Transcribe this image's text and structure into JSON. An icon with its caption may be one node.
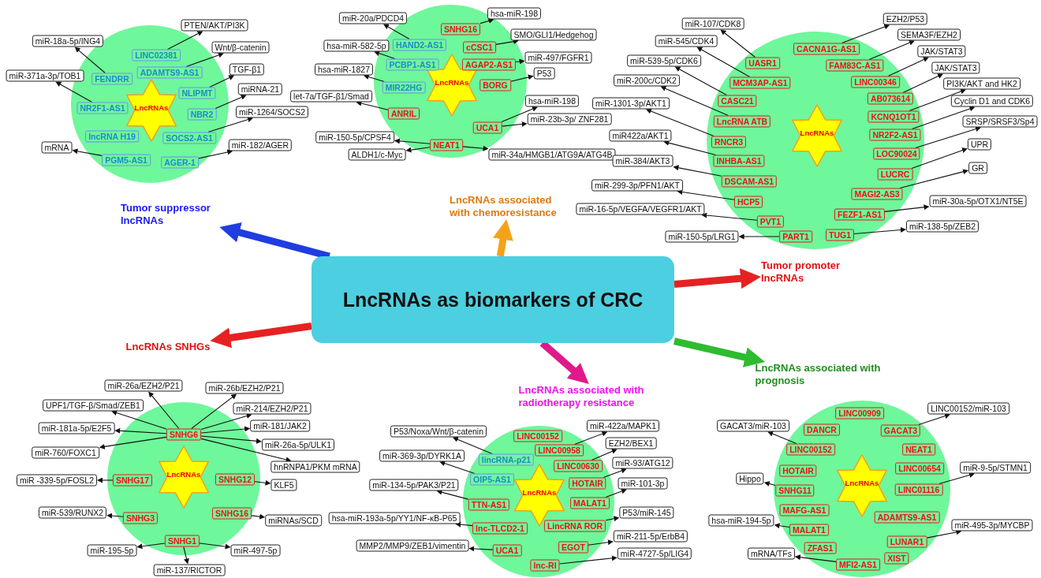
{
  "diagram": {
    "nodes": [
      {
        "text": [],
        "shape": "circle"
      },
      {
        "text": [
          "LncRNAs"
        ],
        "in": 0
      },
      {
        "text": [
          "LINC02381"
        ],
        "in": 0
      },
      {
        "text": [
          "FENDRR"
        ],
        "in": 0
      },
      {
        "text": [
          "ADAMTS9-AS1"
        ],
        "in": 0
      },
      {
        "text": [
          "NLIPMT"
        ],
        "in": 0
      },
      {
        "text": [
          "NR2F1-AS1"
        ],
        "in": 0
      },
      {
        "text": [
          "NBR2"
        ],
        "in": 0
      },
      {
        "text": [
          "lncRNA H19"
        ],
        "in": 0
      },
      {
        "text": [
          "SOCS2-AS1"
        ],
        "in": 0
      },
      {
        "text": [
          "PGM5-AS1"
        ],
        "in": 0
      },
      {
        "text": [
          "AGER-1"
        ],
        "in": 0
      },
      {
        "text": [
          "PTEN/AKT/PI3K"
        ]
      },
      {
        "text": [
          "miR-18a-5p/ING4"
        ]
      },
      {
        "text": [
          "Wnt/β-catenin"
        ]
      },
      {
        "text": [
          "miR-371a-3p/TOB1"
        ]
      },
      {
        "text": [
          "TGF-β1"
        ]
      },
      {
        "text": [
          "miRNA-21"
        ]
      },
      {
        "text": [
          "miR-1264/SOCS2"
        ]
      },
      {
        "text": [
          "miR-182/AGER"
        ]
      },
      {
        "text": [
          "mRNA"
        ]
      },
      {
        "text": [],
        "shape": "circle"
      },
      {
        "text": [
          "LncRNAs"
        ],
        "in": 21
      },
      {
        "text": [
          "SNHG16"
        ],
        "in": 21
      },
      {
        "text": [
          "HAND2-AS1"
        ],
        "in": 21
      },
      {
        "text": [
          "cCSC1"
        ],
        "in": 21
      },
      {
        "text": [
          "PCBP1-AS1"
        ],
        "in": 21
      },
      {
        "text": [
          "AGAP2-AS1"
        ],
        "in": 21
      },
      {
        "text": [
          "MIR22HG"
        ],
        "in": 21
      },
      {
        "text": [
          "BORG"
        ],
        "in": 21
      },
      {
        "text": [
          "ANRIL"
        ],
        "in": 21
      },
      {
        "text": [
          "UCA1"
        ],
        "in": 21
      },
      {
        "text": [
          "NEAT1"
        ],
        "in": 21
      },
      {
        "text": [
          "hsa-miR-198"
        ]
      },
      {
        "text": [
          "miR-20a/PDCD4"
        ]
      },
      {
        "text": [
          "SMO/GLI1/Hedgehog"
        ]
      },
      {
        "text": [
          "hsa-miR-582-5p"
        ]
      },
      {
        "text": [
          "miR-497/FGFR1"
        ]
      },
      {
        "text": [
          "hsa-miR-1827"
        ]
      },
      {
        "text": [
          "P53"
        ]
      },
      {
        "text": [
          "let-7a/TGF-β1/Smad"
        ]
      },
      {
        "text": [
          "hsa-miR-198"
        ]
      },
      {
        "text": [
          "miR-23b-3p/ ZNF281"
        ]
      },
      {
        "text": [
          "miR-150-5p/CPSF4"
        ]
      },
      {
        "text": [
          "ALDH1/c-Myc"
        ]
      },
      {
        "text": [
          "miR-34a/HMGB1/ATG9A/ATG4B"
        ]
      },
      {
        "text": [],
        "shape": "circle"
      },
      {
        "text": [
          "LncRNAs"
        ],
        "in": 46
      },
      {
        "text": [
          "UASR1"
        ],
        "in": 46
      },
      {
        "text": [
          "CACNA1G-AS1"
        ],
        "in": 46
      },
      {
        "text": [
          "MCM3AP-AS1"
        ],
        "in": 46
      },
      {
        "text": [
          "FAM83C-AS1"
        ],
        "in": 46
      },
      {
        "text": [
          "CASC21"
        ],
        "in": 46
      },
      {
        "text": [
          "LINC00346"
        ],
        "in": 46
      },
      {
        "text": [
          "LncRNA ATB"
        ],
        "in": 46
      },
      {
        "text": [
          "AB073614"
        ],
        "in": 46
      },
      {
        "text": [
          "KCNQ1OT1"
        ],
        "in": 46
      },
      {
        "text": [
          "RNCR3"
        ],
        "in": 46
      },
      {
        "text": [
          "NR2F2-AS1"
        ],
        "in": 46
      },
      {
        "text": [
          "INHBA-AS1"
        ],
        "in": 46
      },
      {
        "text": [
          "LOC90024"
        ],
        "in": 46
      },
      {
        "text": [
          "DSCAM-AS1"
        ],
        "in": 46
      },
      {
        "text": [
          "LUCRC"
        ],
        "in": 46
      },
      {
        "text": [
          "MAGI2-AS3"
        ],
        "in": 46
      },
      {
        "text": [
          "HCP5"
        ],
        "in": 46
      },
      {
        "text": [
          "FEZF1-AS1"
        ],
        "in": 46
      },
      {
        "text": [
          "PVT1"
        ],
        "in": 46
      },
      {
        "text": [
          "PART1"
        ],
        "in": 46
      },
      {
        "text": [
          "TUG1"
        ],
        "in": 46
      },
      {
        "text": [
          "miR-107/CDK8"
        ]
      },
      {
        "text": [
          "EZH2/P53"
        ]
      },
      {
        "text": [
          "miR-545/CDK4"
        ]
      },
      {
        "text": [
          "SEMA3F/EZH2"
        ]
      },
      {
        "text": [
          "miR-539-5p/CDK6"
        ]
      },
      {
        "text": [
          "JAK/STAT3"
        ]
      },
      {
        "text": [
          "JAK/STAT3"
        ]
      },
      {
        "text": [
          "miR-200c/CDK2"
        ]
      },
      {
        "text": [
          "PI3K/AKT and HK2"
        ]
      },
      {
        "text": [
          "miR-1301-3p/AKT1"
        ]
      },
      {
        "text": [
          "Cyclin D1 and CDK6"
        ]
      },
      {
        "text": [
          "miR422a/AKT1"
        ]
      },
      {
        "text": [
          "SRSP/SRSF3/Sp4"
        ]
      },
      {
        "text": [
          "miR-384/AKT3"
        ]
      },
      {
        "text": [
          "UPR"
        ]
      },
      {
        "text": [
          "GR"
        ]
      },
      {
        "text": [
          "miR-299-3p/PFN1/AKT"
        ]
      },
      {
        "text": [
          "miR-16-5p/VEGFA/VEGFR1/AKT"
        ]
      },
      {
        "text": [
          "miR-30a-5p/OTX1/NT5E"
        ]
      },
      {
        "text": [
          "miR-138-5p/ZEB2"
        ]
      },
      {
        "text": [
          "miR-150-5p/LRG1"
        ]
      },
      {
        "text": [
          "LncRNAs as biomarkers of CRC"
        ]
      },
      {
        "text": [],
        "shape": "circle"
      },
      {
        "text": [
          "LncRNAs"
        ],
        "in": 91
      },
      {
        "text": [
          "SNHG6"
        ],
        "in": 91
      },
      {
        "text": [
          "SNHG17"
        ],
        "in": 91
      },
      {
        "text": [
          "SNHG12"
        ],
        "in": 91
      },
      {
        "text": [
          "SNHG3"
        ],
        "in": 91
      },
      {
        "text": [
          "SNHG16"
        ],
        "in": 91
      },
      {
        "text": [
          "SNHG1"
        ],
        "in": 91
      },
      {
        "text": [
          "miR-26a/EZH2/P21"
        ]
      },
      {
        "text": [
          "miR-26b/EZH2/P21"
        ]
      },
      {
        "text": [
          "UPF1/TGF-β/Smad/ZEB1"
        ]
      },
      {
        "text": [
          "miR-214/EZH2/P21"
        ]
      },
      {
        "text": [
          "miR-181a-5p/E2F5"
        ]
      },
      {
        "text": [
          "miR-181/JAK2"
        ]
      },
      {
        "text": [
          "miR-26a-5p/ULK1"
        ]
      },
      {
        "text": [
          "miR-760/FOXC1"
        ]
      },
      {
        "text": [
          "hnRNPA1/PKM mRNA"
        ]
      },
      {
        "text": [
          "miR -339-5p/FOSL2"
        ]
      },
      {
        "text": [
          "KLF5"
        ]
      },
      {
        "text": [
          "miR-539/RUNX2"
        ]
      },
      {
        "text": [
          "miRNAs/SCD"
        ]
      },
      {
        "text": [
          "miR-195-5p"
        ]
      },
      {
        "text": [
          "miR-497-5p"
        ]
      },
      {
        "text": [
          "miR-137/RICTOR"
        ]
      },
      {
        "text": [],
        "shape": "circle"
      },
      {
        "text": [
          "LncRNAs"
        ],
        "in": 115
      },
      {
        "text": [
          "LINC00152"
        ],
        "in": 115
      },
      {
        "text": [
          "LINC00958"
        ],
        "in": 115
      },
      {
        "text": [
          "lincRNA-p21"
        ],
        "in": 115
      },
      {
        "text": [
          "LINC00630"
        ],
        "in": 115
      },
      {
        "text": [
          "OIP5-AS1"
        ],
        "in": 115
      },
      {
        "text": [
          "HOTAIR"
        ],
        "in": 115
      },
      {
        "text": [
          "TTN-AS1"
        ],
        "in": 115
      },
      {
        "text": [
          "MALAT1"
        ],
        "in": 115
      },
      {
        "text": [
          "lnc-TLCD2-1"
        ],
        "in": 115
      },
      {
        "text": [
          "LincRNA ROR"
        ],
        "in": 115
      },
      {
        "text": [
          "EGOT"
        ],
        "in": 115
      },
      {
        "text": [
          "UCA1"
        ],
        "in": 115
      },
      {
        "text": [
          "lnc-RI"
        ],
        "in": 115
      },
      {
        "text": [
          "P53/Noxa/Wnt/β-catenin"
        ]
      },
      {
        "text": [
          "miR-422a/MAPK1"
        ]
      },
      {
        "text": [
          "EZH2/BEX1"
        ]
      },
      {
        "text": [
          "miR-369-3p/DYRK1A"
        ]
      },
      {
        "text": [
          "miR-93/ATG12"
        ]
      },
      {
        "text": [
          "miR-134-5p/PAK3/P21"
        ]
      },
      {
        "text": [
          "miR-101-3p"
        ]
      },
      {
        "text": [
          "hsa-miR-193a-5p/YY1/NF-κB-P65"
        ]
      },
      {
        "text": [
          "P53/miR-145"
        ]
      },
      {
        "text": [
          "MMP2/MMP9/ZEB1/vimentin"
        ]
      },
      {
        "text": [
          "miR-211-5p/ErbB4"
        ]
      },
      {
        "text": [
          "miR-4727-5p/LIG4"
        ]
      },
      {
        "text": [],
        "shape": "circle"
      },
      {
        "text": [
          "LncRNAs"
        ],
        "in": 142
      },
      {
        "text": [
          "LINC00909"
        ],
        "in": 142
      },
      {
        "text": [
          "DANCR"
        ],
        "in": 142
      },
      {
        "text": [
          "GACAT3"
        ],
        "in": 142
      },
      {
        "text": [
          "LINC00152"
        ],
        "in": 142
      },
      {
        "text": [
          "NEAT1"
        ],
        "in": 142
      },
      {
        "text": [
          "HOTAIR"
        ],
        "in": 142
      },
      {
        "text": [
          "LINC00654"
        ],
        "in": 142
      },
      {
        "text": [
          "SNHG11"
        ],
        "in": 142
      },
      {
        "text": [
          "LINC01116"
        ],
        "in": 142
      },
      {
        "text": [
          "MAFG-AS1"
        ],
        "in": 142
      },
      {
        "text": [
          "ADAMTS9-AS1"
        ],
        "in": 142
      },
      {
        "text": [
          "MALAT1"
        ],
        "in": 142
      },
      {
        "text": [
          "LUNAR1"
        ],
        "in": 142
      },
      {
        "text": [
          "ZFAS1"
        ],
        "in": 142
      },
      {
        "text": [
          "XIST"
        ],
        "in": 142
      },
      {
        "text": [
          "MFI2-AS1"
        ],
        "in": 142
      },
      {
        "text": [
          "LINC00152/miR-103"
        ]
      },
      {
        "text": [
          "GACAT3/miR-103"
        ]
      },
      {
        "text": [
          "Hippo"
        ]
      },
      {
        "text": [
          "miR-9-5p/STMN1"
        ]
      },
      {
        "text": [
          "hsa-miR-194-5p"
        ]
      },
      {
        "text": [
          "miR-495-3p/MYCBP"
        ]
      },
      {
        "text": [
          "mRNA/TFs"
        ]
      },
      {
        "text": [
          "Tumor suppressor lncRNAs"
        ]
      },
      {
        "text": [
          "LncRNAs associated with chemoresistance"
        ]
      },
      {
        "text": [
          "Tumor promoter lncRNAs"
        ]
      },
      {
        "text": [
          "LncRNAs SNHGs"
        ]
      },
      {
        "text": [
          "LncRNAs associated with radiotherapy resistance"
        ]
      },
      {
        "text": [
          "LncRNAs associated with prognosis"
        ]
      }
    ],
    "edges": [
      {
        "from": 2,
        "to": 12,
        "arrow": "to"
      },
      {
        "from": 3,
        "to": 13,
        "arrow": "to"
      },
      {
        "from": 4,
        "to": 14,
        "arrow": "to"
      },
      {
        "from": 6,
        "to": 15,
        "arrow": "to"
      },
      {
        "from": 5,
        "to": 16,
        "arrow": "to"
      },
      {
        "from": 7,
        "to": 17,
        "arrow": "to"
      },
      {
        "from": 9,
        "to": 18,
        "arrow": "to"
      },
      {
        "from": 11,
        "to": 19,
        "arrow": "to"
      },
      {
        "from": 10,
        "to": 20,
        "arrow": "to"
      },
      {
        "from": 23,
        "to": 33,
        "arrow": "to"
      },
      {
        "from": 24,
        "to": 34,
        "arrow": "to"
      },
      {
        "from": 25,
        "to": 35,
        "arrow": "to"
      },
      {
        "from": 26,
        "to": 36,
        "arrow": "to"
      },
      {
        "from": 27,
        "to": 37,
        "arrow": "to"
      },
      {
        "from": 28,
        "to": 38,
        "arrow": "to"
      },
      {
        "from": 29,
        "to": 39,
        "arrow": "to"
      },
      {
        "from": 30,
        "to": 40,
        "arrow": "to"
      },
      {
        "from": 31,
        "to": 41,
        "arrow": "to"
      },
      {
        "from": 31,
        "to": 42,
        "arrow": "to"
      },
      {
        "from": 32,
        "to": 43,
        "arrow": "to"
      },
      {
        "from": 32,
        "to": 44,
        "arrow": "to"
      },
      {
        "from": 32,
        "to": 45,
        "arrow": "to"
      },
      {
        "from": 48,
        "to": 69,
        "arrow": "to"
      },
      {
        "from": 50,
        "to": 71,
        "arrow": "to"
      },
      {
        "from": 52,
        "to": 73,
        "arrow": "to"
      },
      {
        "from": 54,
        "to": 76,
        "arrow": "to"
      },
      {
        "from": 57,
        "to": 78,
        "arrow": "to"
      },
      {
        "from": 59,
        "to": 80,
        "arrow": "to"
      },
      {
        "from": 61,
        "to": 82,
        "arrow": "to"
      },
      {
        "from": 64,
        "to": 85,
        "arrow": "to"
      },
      {
        "from": 66,
        "to": 86,
        "arrow": "to"
      },
      {
        "from": 67,
        "to": 89,
        "arrow": "to"
      },
      {
        "from": 49,
        "to": 70,
        "arrow": "to"
      },
      {
        "from": 51,
        "to": 72,
        "arrow": "to"
      },
      {
        "from": 53,
        "to": 74,
        "arrow": "to"
      },
      {
        "from": 55,
        "to": 75,
        "arrow": "to"
      },
      {
        "from": 56,
        "to": 77,
        "arrow": "to"
      },
      {
        "from": 58,
        "to": 79,
        "arrow": "to"
      },
      {
        "from": 60,
        "to": 81,
        "arrow": "to"
      },
      {
        "from": 62,
        "to": 83,
        "arrow": "to"
      },
      {
        "from": 63,
        "to": 84,
        "arrow": "to"
      },
      {
        "from": 65,
        "to": 87,
        "arrow": "to"
      },
      {
        "from": 68,
        "to": 88,
        "arrow": "to"
      },
      {
        "from": 93,
        "to": 99,
        "arrow": "to"
      },
      {
        "from": 93,
        "to": 100,
        "arrow": "to"
      },
      {
        "from": 93,
        "to": 101,
        "arrow": "to"
      },
      {
        "from": 93,
        "to": 102,
        "arrow": "to"
      },
      {
        "from": 93,
        "to": 103,
        "arrow": "to"
      },
      {
        "from": 93,
        "to": 104,
        "arrow": "to"
      },
      {
        "from": 93,
        "to": 105,
        "arrow": "to"
      },
      {
        "from": 93,
        "to": 106,
        "arrow": "to"
      },
      {
        "from": 93,
        "to": 107,
        "arrow": "to"
      },
      {
        "from": 94,
        "to": 108,
        "arrow": "to"
      },
      {
        "from": 95,
        "to": 109,
        "arrow": "to"
      },
      {
        "from": 96,
        "to": 110,
        "arrow": "to"
      },
      {
        "from": 97,
        "to": 111,
        "arrow": "to"
      },
      {
        "from": 98,
        "to": 112,
        "arrow": "to"
      },
      {
        "from": 98,
        "to": 113,
        "arrow": "to"
      },
      {
        "from": 98,
        "to": 114,
        "arrow": "to"
      },
      {
        "from": 119,
        "to": 130,
        "arrow": "to"
      },
      {
        "from": 118,
        "to": 131,
        "arrow": "to"
      },
      {
        "from": 120,
        "to": 132,
        "arrow": "to"
      },
      {
        "from": 121,
        "to": 133,
        "arrow": "to"
      },
      {
        "from": 122,
        "to": 134,
        "arrow": "to"
      },
      {
        "from": 123,
        "to": 135,
        "arrow": "to"
      },
      {
        "from": 124,
        "to": 136,
        "arrow": "to"
      },
      {
        "from": 125,
        "to": 137,
        "arrow": "to"
      },
      {
        "from": 126,
        "to": 138,
        "arrow": "to"
      },
      {
        "from": 128,
        "to": 139,
        "arrow": "to"
      },
      {
        "from": 127,
        "to": 140,
        "arrow": "to"
      },
      {
        "from": 129,
        "to": 141,
        "arrow": "to"
      },
      {
        "from": 146,
        "to": 160,
        "arrow": "to"
      },
      {
        "from": 147,
        "to": 161,
        "arrow": "to"
      },
      {
        "from": 151,
        "to": 162,
        "arrow": "to"
      },
      {
        "from": 152,
        "to": 163,
        "arrow": "to"
      },
      {
        "from": 155,
        "to": 164,
        "arrow": "to"
      },
      {
        "from": 156,
        "to": 165,
        "arrow": "to"
      },
      {
        "from": 159,
        "to": 166,
        "arrow": "to"
      },
      {
        "from": 90,
        "to": 167,
        "arrow": "to",
        "style": "thick",
        "color": "#1f3de0"
      },
      {
        "from": 90,
        "to": 168,
        "arrow": "to",
        "style": "thick",
        "color": "#f5a21b"
      },
      {
        "from": 90,
        "to": 169,
        "arrow": "to",
        "style": "thick",
        "color": "#e52222"
      },
      {
        "from": 90,
        "to": 170,
        "arrow": "to",
        "style": "thick",
        "color": "#e52222"
      },
      {
        "from": 90,
        "to": 171,
        "arrow": "to",
        "style": "thick",
        "color": "#e0198a"
      },
      {
        "from": 90,
        "to": 172,
        "arrow": "to",
        "style": "thick",
        "color": "#2fbb2f"
      }
    ]
  }
}
